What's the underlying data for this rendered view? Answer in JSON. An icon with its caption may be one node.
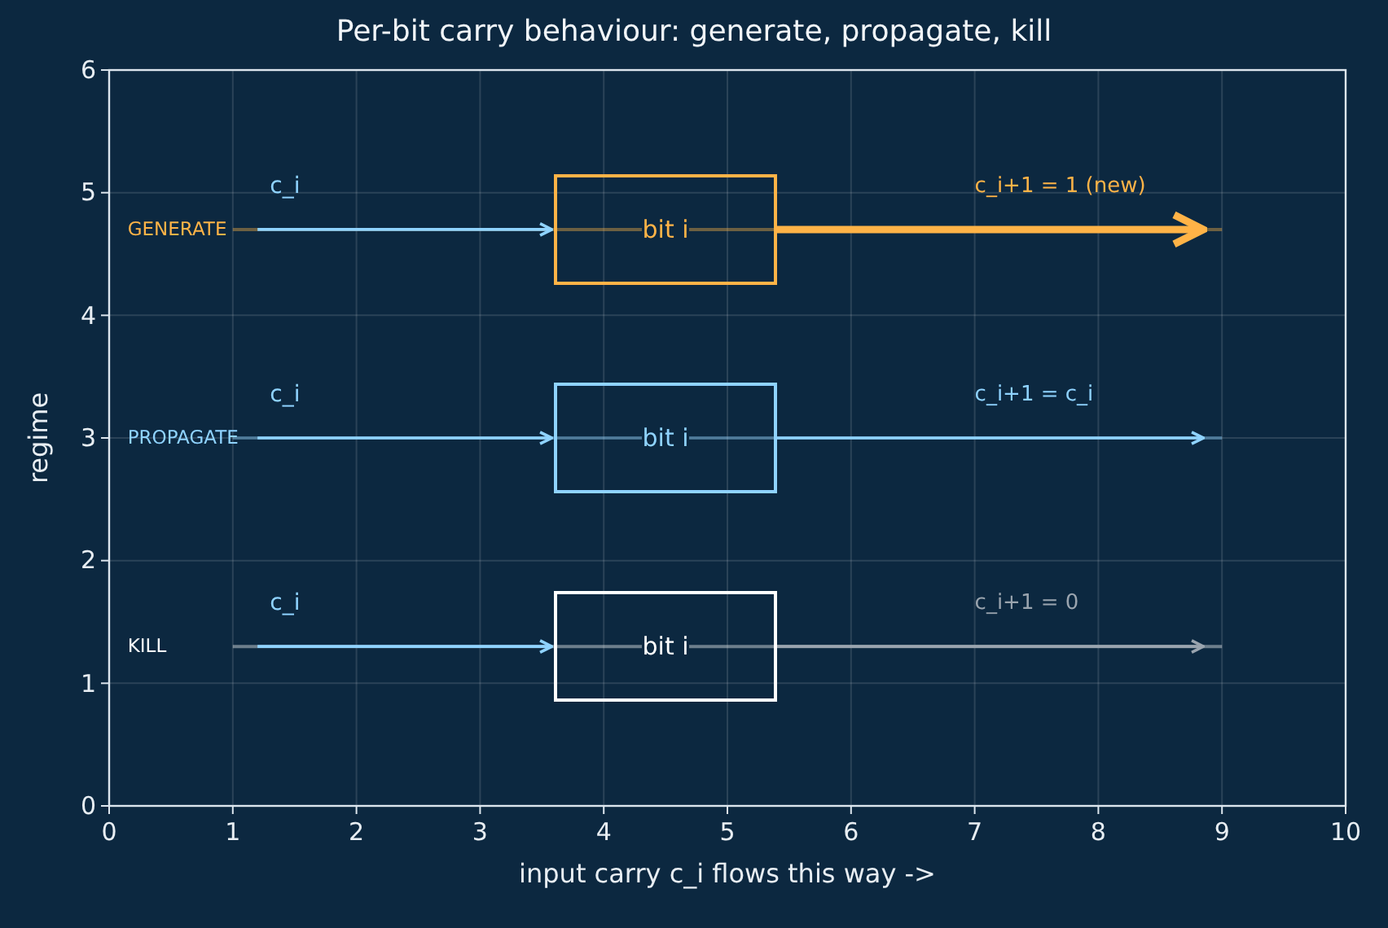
{
  "diagram": {
    "title": "Per-bit carry behaviour: generate, propagate, kill",
    "nodes": [
      {
        "text": [
          "bit i"
        ]
      },
      {
        "text": [
          "bit i"
        ]
      },
      {
        "text": [
          "bit i"
        ]
      }
    ],
    "edges": [
      {
        "from": null,
        "to": 0,
        "arrow": "to",
        "label": "c_i"
      },
      {
        "from": 0,
        "to": null,
        "arrow": "to",
        "label": "c_i+1 = 1 (new)",
        "color": "#ffb347",
        "style": "thick"
      },
      {
        "from": null,
        "to": 1,
        "arrow": "to",
        "label": "c_i"
      },
      {
        "from": 1,
        "to": null,
        "arrow": "to",
        "label": "c_i+1 = c_i"
      },
      {
        "from": null,
        "to": 2,
        "arrow": "to",
        "label": "c_i"
      },
      {
        "from": 2,
        "to": null,
        "arrow": "to",
        "label": "c_i+1 = 0",
        "color": "#9aa4ae"
      }
    ],
    "labels": [
      "6",
      "5",
      "GENERATE",
      "4",
      "3",
      "regime",
      "PROPAGATE",
      "2",
      "1",
      "KILL",
      "0",
      "0",
      "1",
      "2",
      "3",
      "4",
      "5",
      "6",
      "7",
      "8",
      "9",
      "10",
      "input carry c_i flows this way ->"
    ]
  }
}
